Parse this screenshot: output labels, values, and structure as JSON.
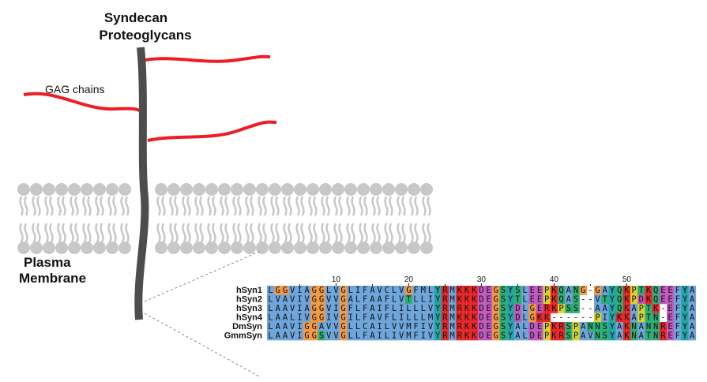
{
  "diagram": {
    "title_line1": "Syndecan",
    "title_line2": "Proteoglycans",
    "gag_label": "GAG chains",
    "membrane_line1": "Plasma",
    "membrane_line2": "Membrane"
  },
  "alignment": {
    "ruler_ticks": [
      {
        "pos": 10,
        "label": "10"
      },
      {
        "pos": 20,
        "label": "20"
      },
      {
        "pos": 30,
        "label": "30"
      },
      {
        "pos": 40,
        "label": "40"
      },
      {
        "pos": 50,
        "label": "50"
      }
    ],
    "sequences": [
      {
        "name": "hSyn1",
        "seq": "LGGVIAGGLVGLIFAVCLVGFMLYRMKKKDEGSYSLEEPKQANG-GAYQKPTKQEEFYA"
      },
      {
        "name": "hSyn2",
        "seq": "LVAVIVGGVVGALFAAFLVTLLIYRMKKKDEGSYTLEEPKQAS--VTYQKPDKQEEFYA"
      },
      {
        "name": "hSyn3",
        "seq": "LAAVIAGGVIGFLFAIFLILLLVYRMRKKDEGSYDLGERKPSS--AAYQKAPTK-EFYA"
      },
      {
        "name": "hSyn4",
        "seq": "LAALIVGGIVGILFAVFLILLLMYRMKKKDEGSYDLGKK------PIYKKAPTN-EFYA"
      },
      {
        "name": "DmSyn",
        "seq": "LAAVIGGAVVGLLCAILVVMFIVYRMRKKDEGSYALDEPKRSPANNSYAKNANNREFYA"
      },
      {
        "name": "GmmSyn",
        "seq": "LAAVIGGSVVGLLFAILIVMFIVYRMRKKDEGSYALDEPKRSPAVNSYAKNATNREFYA"
      }
    ]
  },
  "colors": {
    "gag_chain": "#ee1c24",
    "core_protein": "#4d4d4d",
    "lipid": "#c8c8c8",
    "hydrophobic": "#6ea6dc",
    "glycine": "#f39a45",
    "positive": "#e8282a",
    "negative": "#c25bc0",
    "polar": "#2eae74",
    "proline": "#d6d32c",
    "aromatic": "#24a5a8"
  }
}
